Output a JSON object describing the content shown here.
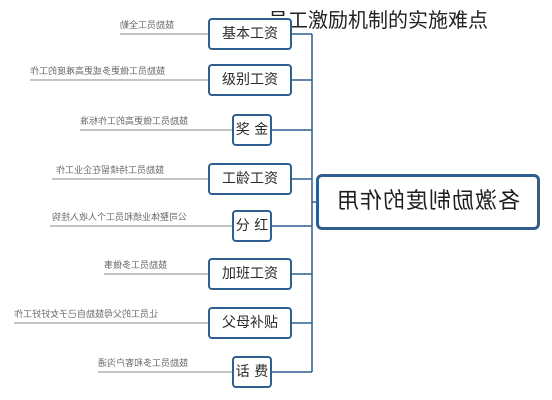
{
  "title": "员工激励机制的实施难点",
  "center": {
    "label": "各激励制度的作用"
  },
  "branches": [
    {
      "label": "基本工资",
      "note": "鼓励员工全勤"
    },
    {
      "label": "级别工资",
      "note": "鼓励员工做更多或更高难度的工作"
    },
    {
      "label": "奖 金",
      "note": "鼓励员工做更高的工作标准"
    },
    {
      "label": "工龄工资",
      "note": "鼓励员工持续留在企业工作"
    },
    {
      "label": "分 红",
      "note": "公司整体业绩和员工个人收入挂钩"
    },
    {
      "label": "加班工资",
      "note": "鼓励员工多做事"
    },
    {
      "label": "父母补贴",
      "note": "让员工的父母鼓励自己子女好好工作"
    },
    {
      "label": "话 费",
      "note": "鼓励员工多和客户沟通"
    }
  ],
  "colors": {
    "border": "#2f5f8f",
    "line": "#2f5f8f"
  }
}
